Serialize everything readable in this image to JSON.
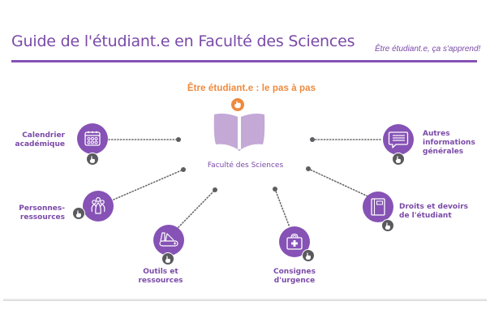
{
  "header": {
    "title": "Guide de l'étudiant.e en Faculté des Sciences",
    "subtitle": "Être étudiant.e, ça s'apprend!"
  },
  "center": {
    "heading": "Être étudiant.e : le pas à pas",
    "hand_icon": "hand-pointer-icon",
    "book_icon": "open-book-icon",
    "label": "Faculté des Sciences"
  },
  "nodes": [
    {
      "id": "calendrier",
      "label_line1": "Calendrier",
      "label_line2": "académique",
      "icon": "calendar-icon"
    },
    {
      "id": "personnes",
      "label_line1": "Personnes-",
      "label_line2": "ressources",
      "icon": "people-icon"
    },
    {
      "id": "outils",
      "label_line1": "Outils et",
      "label_line2": "ressources",
      "icon": "swiss-knife-icon"
    },
    {
      "id": "consignes",
      "label_line1": "Consignes",
      "label_line2": "d'urgence",
      "icon": "first-aid-kit-icon"
    },
    {
      "id": "droits",
      "label_line1": "Droits et devoirs",
      "label_line2": "de l'étudiant",
      "icon": "notebook-icon"
    },
    {
      "id": "autres",
      "label_line1": "Autres",
      "label_line2": "informations",
      "label_line3": "générales",
      "icon": "speech-bubble-icon"
    }
  ],
  "colors": {
    "purple": "#8652b5",
    "text_purple": "#7a4aa8",
    "orange": "#ee8a3d",
    "book_lilac": "#c4a8d6",
    "grey_badge": "#5a5a5e",
    "dots": "#6a6a6a"
  }
}
